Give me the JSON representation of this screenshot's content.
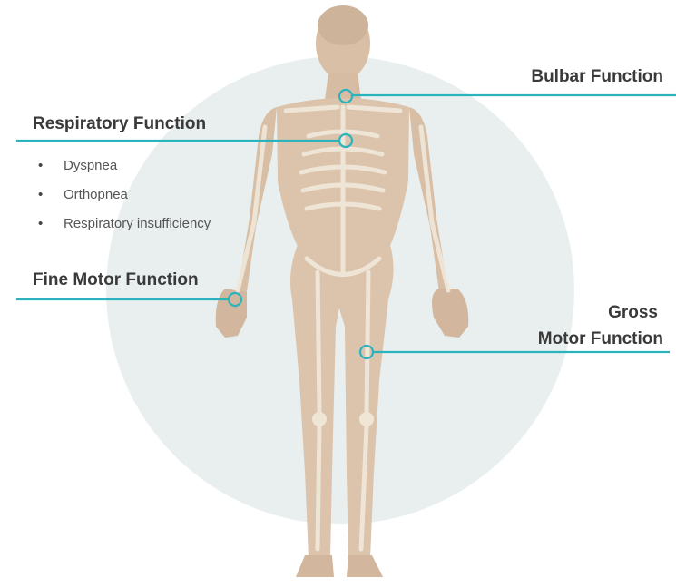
{
  "colors": {
    "accent": "#2bb3bd",
    "halo": "#e8eeee",
    "skin": "#dcc3ab",
    "bone": "#efe6d6"
  },
  "labels": {
    "bulbar": "Bulbar Function",
    "respiratory": "Respiratory Function",
    "fine_motor": "Fine Motor Function",
    "gross_line1": "Gross",
    "gross_line2": "Motor Function"
  },
  "respiratory_items": [
    "Dyspnea",
    "Orthopnea",
    "Respiratory insufficiency"
  ],
  "figure": {
    "description_icon": "human-body-skeleton-figure"
  }
}
